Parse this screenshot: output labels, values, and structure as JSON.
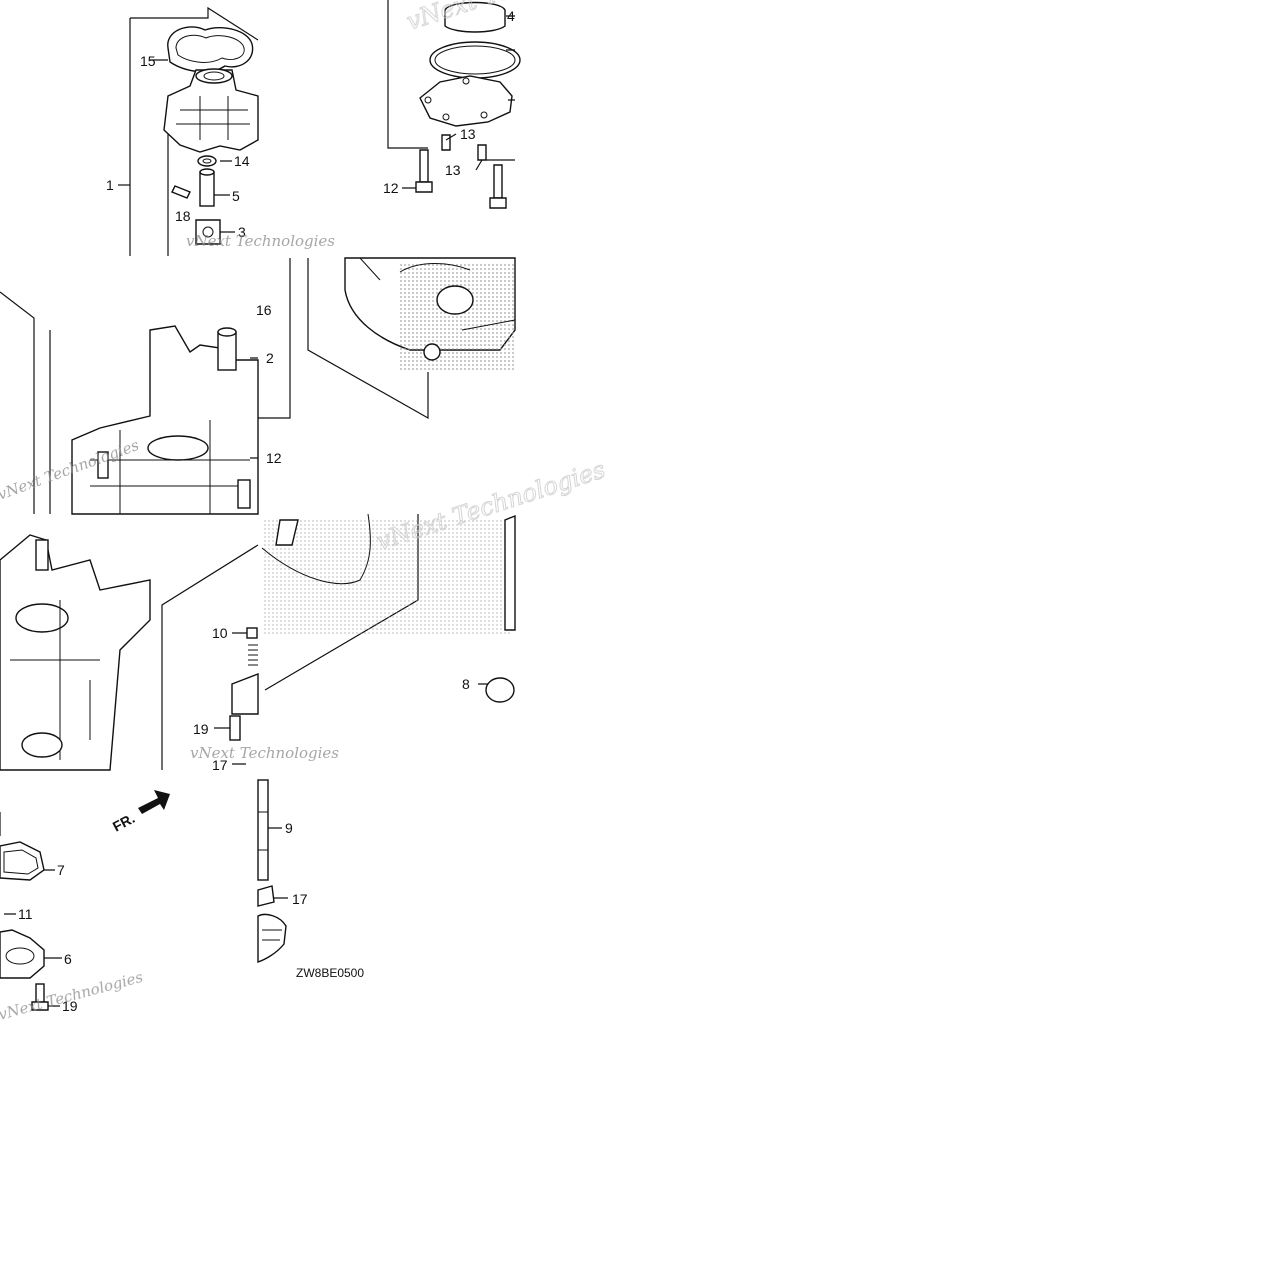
{
  "diagram_code": "ZW8BE0500",
  "front_arrow_label": "FR.",
  "watermark_text": "vNext Technologies",
  "callouts": [
    "1",
    "2",
    "3",
    "4",
    "5",
    "6",
    "7",
    "8",
    "9",
    "10",
    "11",
    "12",
    "13",
    "14",
    "15",
    "16",
    "17",
    "18",
    "19"
  ],
  "colors": {
    "line": "#111111",
    "watermark": "#888888",
    "background": "#ffffff"
  }
}
